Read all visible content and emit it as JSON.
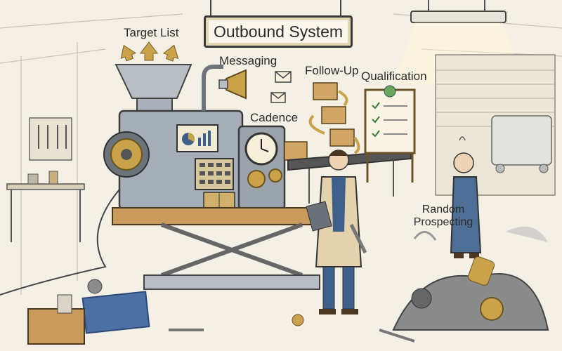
{
  "sign": {
    "title": "Outbound System"
  },
  "labels": {
    "target_list": "Target List",
    "messaging": "Messaging",
    "follow_up": "Follow-Up",
    "qualification": "Qualification",
    "cadence": "Cadence",
    "random_prospecting": "Random Prospecting"
  },
  "colors": {
    "paper": "#f4f0e6",
    "ink": "#3a3a3a",
    "machine_steel": "#9aa3ab",
    "brass": "#c9a24a",
    "wood": "#c99a5b",
    "lab_coat": "#e2d2ad",
    "overalls": "#4e6f95",
    "junk": "#7b7b7b"
  }
}
